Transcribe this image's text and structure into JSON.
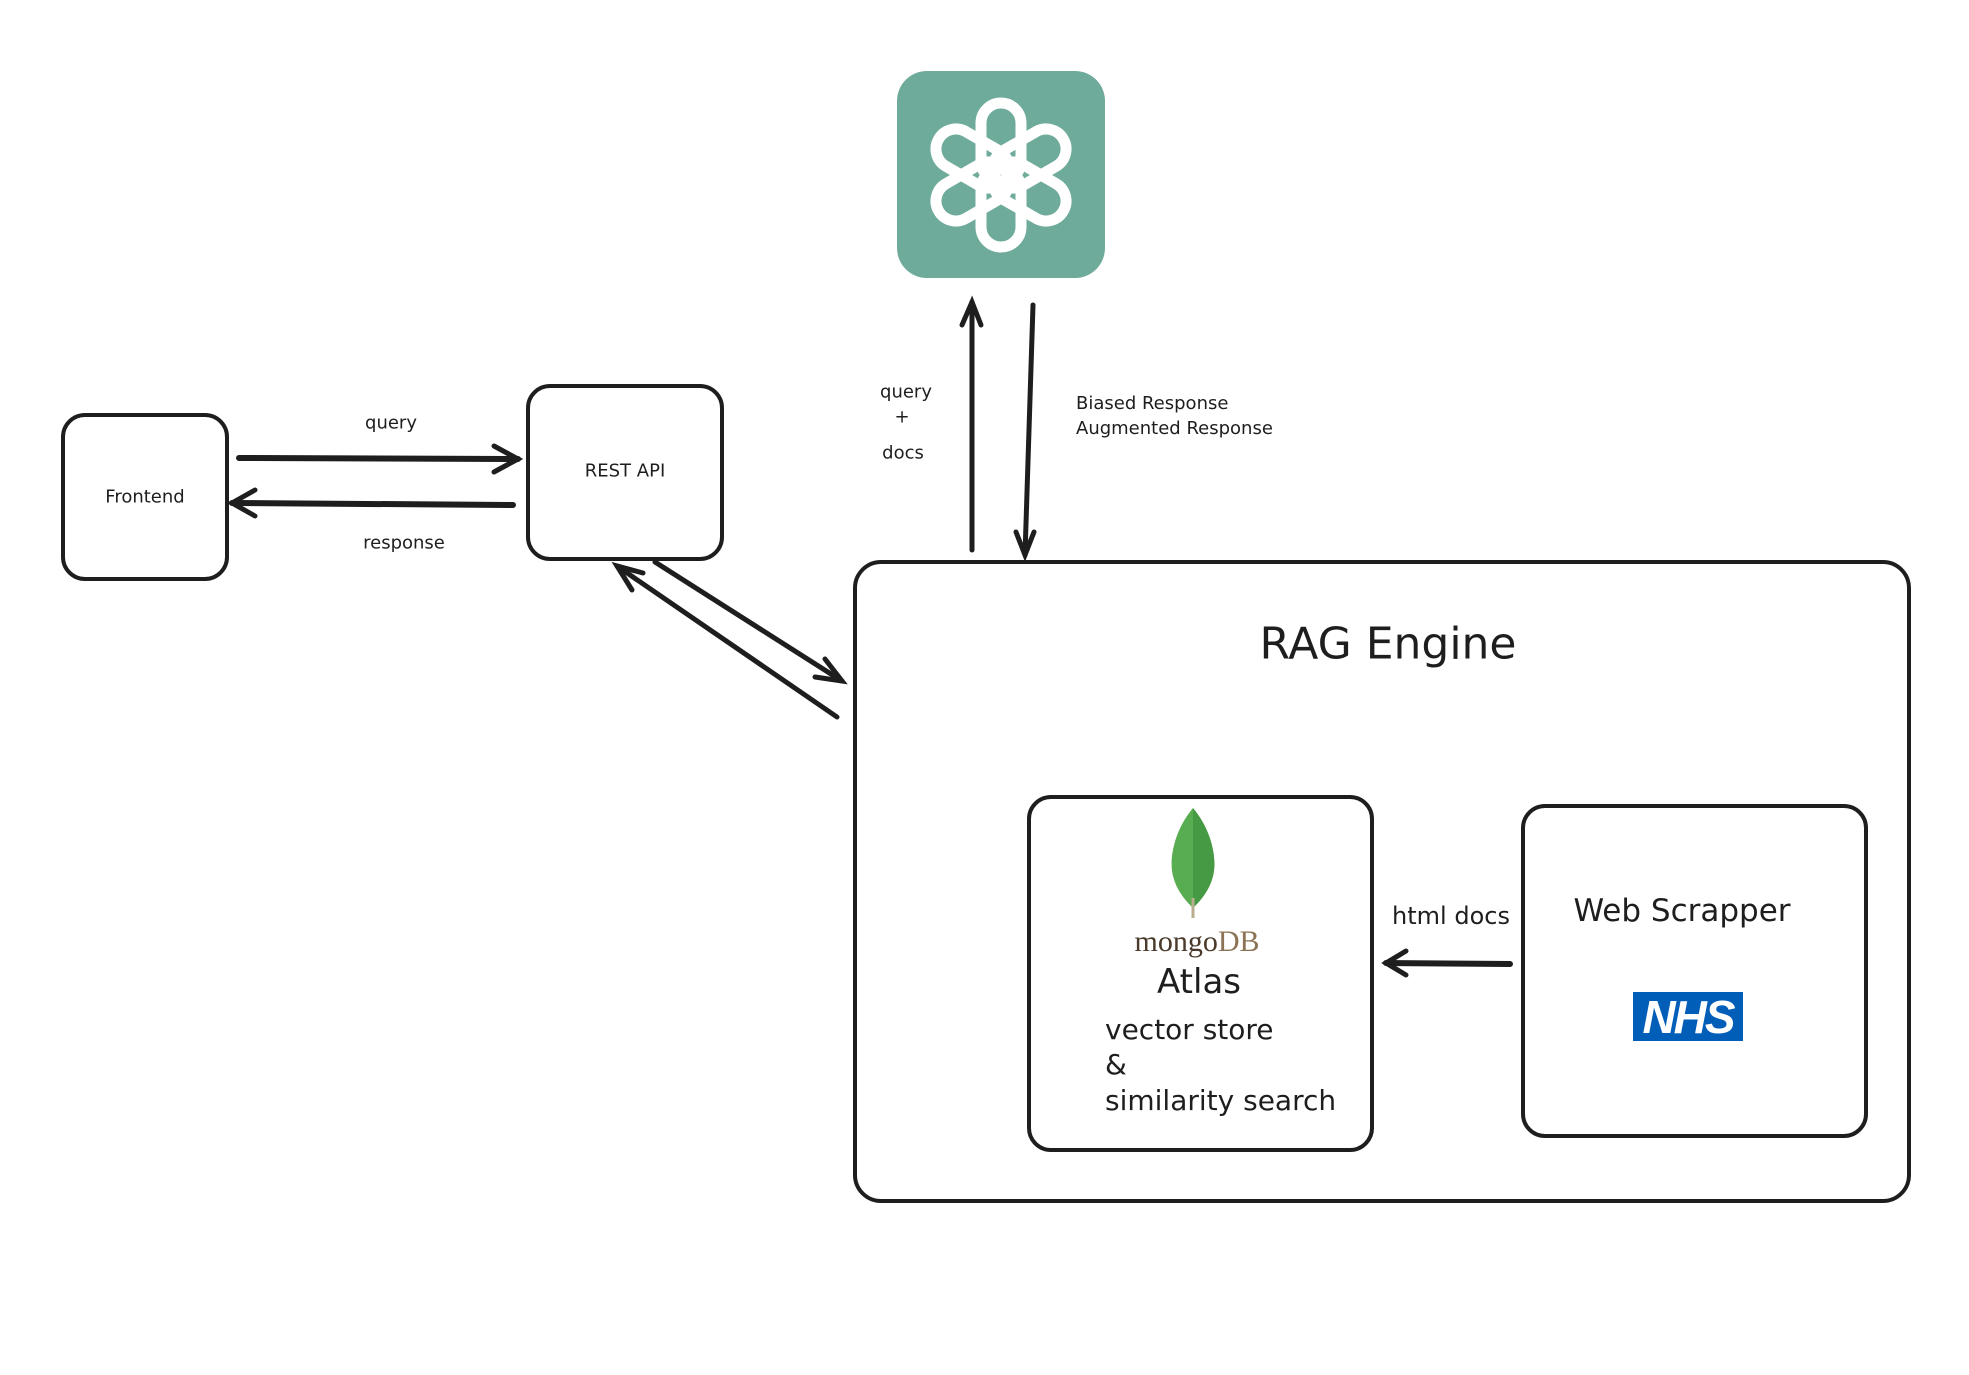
{
  "nodes": {
    "frontend": {
      "label": "Frontend"
    },
    "rest_api": {
      "label": "REST API"
    },
    "llm": {
      "icon": "openai-logo-icon",
      "color": "#6FAB9B"
    },
    "rag_engine": {
      "label": "RAG Engine"
    },
    "mongodb": {
      "brand_part1": "mongo",
      "brand_part2": "DB",
      "product": "Atlas",
      "lines": [
        "vector store",
        "&",
        "similarity search"
      ],
      "leaf_color": "#4FA94D"
    },
    "web_scrapper": {
      "label": "Web Scrapper",
      "logo_text": "NHS",
      "logo_color": "#005EB8"
    }
  },
  "edges": {
    "frontend_to_api": {
      "label": "query"
    },
    "api_to_frontend": {
      "label": "response"
    },
    "rag_to_llm": {
      "label_lines": [
        "query",
        "+",
        "docs"
      ]
    },
    "llm_to_rag": {
      "label_lines": [
        "Biased Response",
        "Augmented Response"
      ]
    },
    "scrapper_to_mongo": {
      "label": "html docs"
    }
  }
}
